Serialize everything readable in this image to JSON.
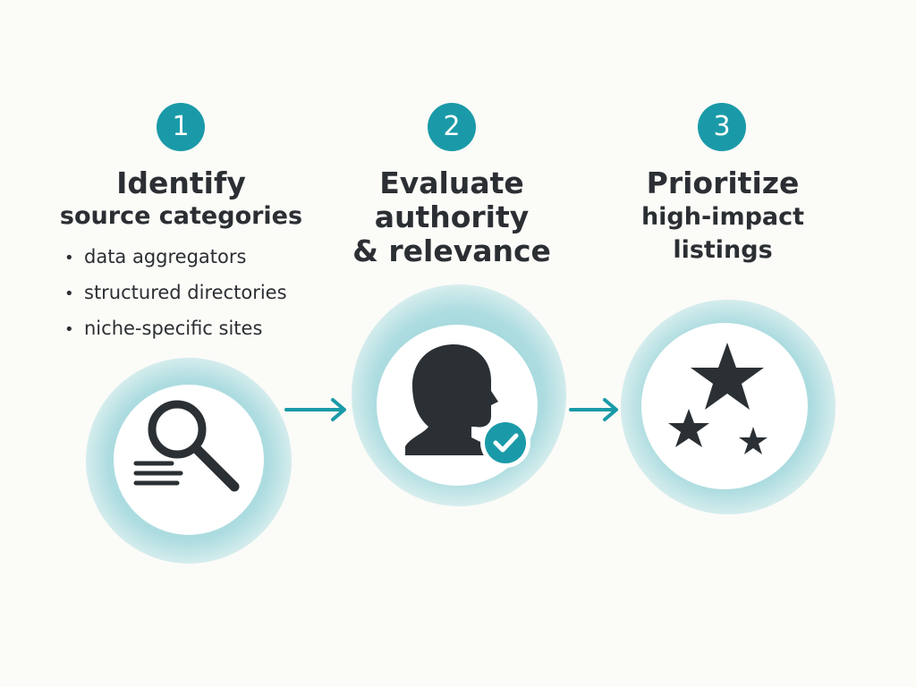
{
  "steps": [
    {
      "number": "1",
      "title": "Identify",
      "subtitle": "source categories",
      "bullets": [
        "data aggregators",
        "structured directories",
        "niche-specific sites"
      ],
      "icon": "magnifier-with-lines-icon"
    },
    {
      "number": "2",
      "title_lines": [
        "Evaluate",
        "authority",
        "& relevance"
      ],
      "icon": "person-head-check-icon"
    },
    {
      "number": "3",
      "title": "Prioritize",
      "subtitle_lines": [
        "high-impact",
        "listings"
      ],
      "icon": "stars-icon"
    }
  ],
  "bullet_marker": "•",
  "colors": {
    "accent": "#1a9aa8",
    "splash": "#6cc3cc",
    "text": "#2b2f33",
    "icon": "#2b3034",
    "background": "#fbfbf8"
  },
  "arrows": [
    "arrow-right-icon",
    "arrow-right-icon"
  ]
}
